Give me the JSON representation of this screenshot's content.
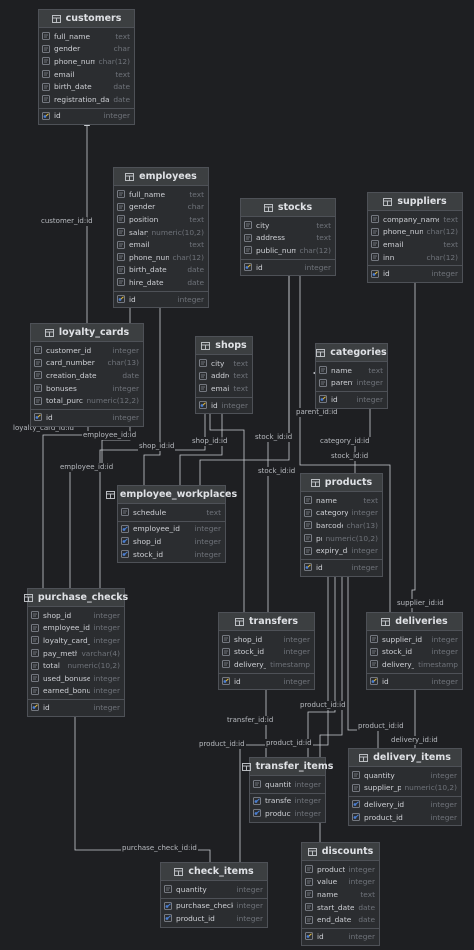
{
  "diagram": {
    "tables": {
      "customers": {
        "title": "customers",
        "columns": [
          {
            "name": "full_name",
            "type": "text"
          },
          {
            "name": "gender",
            "type": "char"
          },
          {
            "name": "phone_number",
            "type": "char(12)"
          },
          {
            "name": "email",
            "type": "text"
          },
          {
            "name": "birth_date",
            "type": "date"
          },
          {
            "name": "registration_date",
            "type": "date"
          }
        ],
        "key": {
          "name": "id",
          "type": "integer"
        }
      },
      "employees": {
        "title": "employees",
        "columns": [
          {
            "name": "full_name",
            "type": "text"
          },
          {
            "name": "gender",
            "type": "char"
          },
          {
            "name": "position",
            "type": "text"
          },
          {
            "name": "salary",
            "type": "numeric(10,2)"
          },
          {
            "name": "email",
            "type": "text"
          },
          {
            "name": "phone_number",
            "type": "char(12)"
          },
          {
            "name": "birth_date",
            "type": "date"
          },
          {
            "name": "hire_date",
            "type": "date"
          }
        ],
        "key": {
          "name": "id",
          "type": "integer"
        }
      },
      "stocks": {
        "title": "stocks",
        "columns": [
          {
            "name": "city",
            "type": "text"
          },
          {
            "name": "address",
            "type": "text"
          },
          {
            "name": "public_number",
            "type": "char(12)"
          }
        ],
        "key": {
          "name": "id",
          "type": "integer"
        }
      },
      "suppliers": {
        "title": "suppliers",
        "columns": [
          {
            "name": "company_name",
            "type": "text"
          },
          {
            "name": "phone_number",
            "type": "char(12)"
          },
          {
            "name": "email",
            "type": "text"
          },
          {
            "name": "inn",
            "type": "char(12)"
          }
        ],
        "key": {
          "name": "id",
          "type": "integer"
        }
      },
      "loyalty_cards": {
        "title": "loyalty_cards",
        "columns": [
          {
            "name": "customer_id",
            "type": "integer"
          },
          {
            "name": "card_number",
            "type": "char(13)"
          },
          {
            "name": "creation_date",
            "type": "date"
          },
          {
            "name": "bonuses",
            "type": "integer"
          },
          {
            "name": "total_purchase",
            "type": "numeric(12,2)"
          }
        ],
        "key": {
          "name": "id",
          "type": "integer"
        }
      },
      "shops": {
        "title": "shops",
        "columns": [
          {
            "name": "city",
            "type": "text"
          },
          {
            "name": "address",
            "type": "text"
          },
          {
            "name": "email",
            "type": "text"
          }
        ],
        "key": {
          "name": "id",
          "type": "integer"
        }
      },
      "categories": {
        "title": "categories",
        "columns": [
          {
            "name": "name",
            "type": "text"
          },
          {
            "name": "parent_id",
            "type": "integer"
          }
        ],
        "key": {
          "name": "id",
          "type": "integer"
        }
      },
      "employee_workplaces": {
        "title": "employee_workplaces",
        "columns": [
          {
            "name": "schedule",
            "type": "text"
          }
        ],
        "fks": [
          {
            "name": "employee_id",
            "type": "integer"
          },
          {
            "name": "shop_id",
            "type": "integer"
          },
          {
            "name": "stock_id",
            "type": "integer"
          }
        ]
      },
      "products": {
        "title": "products",
        "columns": [
          {
            "name": "name",
            "type": "text"
          },
          {
            "name": "category_id",
            "type": "integer"
          },
          {
            "name": "barcode",
            "type": "char(13)"
          },
          {
            "name": "price",
            "type": "numeric(10,2)"
          },
          {
            "name": "expiry_days",
            "type": "integer"
          }
        ],
        "key": {
          "name": "id",
          "type": "integer"
        }
      },
      "purchase_checks": {
        "title": "purchase_checks",
        "columns": [
          {
            "name": "shop_id",
            "type": "integer"
          },
          {
            "name": "employee_id",
            "type": "integer"
          },
          {
            "name": "loyalty_card_id",
            "type": "integer"
          },
          {
            "name": "pay_method",
            "type": "varchar(4)"
          },
          {
            "name": "total",
            "type": "numeric(10,2)"
          },
          {
            "name": "used_bonuses",
            "type": "integer"
          },
          {
            "name": "earned_bonuses",
            "type": "integer"
          }
        ],
        "key": {
          "name": "id",
          "type": "integer"
        }
      },
      "transfers": {
        "title": "transfers",
        "columns": [
          {
            "name": "shop_id",
            "type": "integer"
          },
          {
            "name": "stock_id",
            "type": "integer"
          },
          {
            "name": "delivery_time",
            "type": "timestamp"
          }
        ],
        "key": {
          "name": "id",
          "type": "integer"
        }
      },
      "deliveries": {
        "title": "deliveries",
        "columns": [
          {
            "name": "supplier_id",
            "type": "integer"
          },
          {
            "name": "stock_id",
            "type": "integer"
          },
          {
            "name": "delivery_time",
            "type": "timestamp"
          }
        ],
        "key": {
          "name": "id",
          "type": "integer"
        }
      },
      "transfer_items": {
        "title": "transfer_items",
        "columns": [
          {
            "name": "quantity",
            "type": "integer"
          }
        ],
        "fks": [
          {
            "name": "transfer_id",
            "type": "integer"
          },
          {
            "name": "product_id",
            "type": "integer"
          }
        ]
      },
      "delivery_items": {
        "title": "delivery_items",
        "columns": [
          {
            "name": "quantity",
            "type": "integer"
          },
          {
            "name": "supplier_price",
            "type": "numeric(10,2)"
          }
        ],
        "fks": [
          {
            "name": "delivery_id",
            "type": "integer"
          },
          {
            "name": "product_id",
            "type": "integer"
          }
        ]
      },
      "check_items": {
        "title": "check_items",
        "columns": [
          {
            "name": "quantity",
            "type": "integer"
          }
        ],
        "fks": [
          {
            "name": "purchase_check_id",
            "type": "integer"
          },
          {
            "name": "product_id",
            "type": "integer"
          }
        ]
      },
      "discounts": {
        "title": "discounts",
        "columns": [
          {
            "name": "product_id",
            "type": "integer"
          },
          {
            "name": "value",
            "type": "integer"
          },
          {
            "name": "name",
            "type": "text"
          },
          {
            "name": "start_date",
            "type": "date"
          },
          {
            "name": "end_date",
            "type": "date"
          }
        ],
        "key": {
          "name": "id",
          "type": "integer"
        }
      }
    },
    "relation_labels": {
      "customer_id": "customer_id:id",
      "loyalty_card_id": "loyalty_card_id:id",
      "employee_id_a": "employee_id:id",
      "employee_id_b": "employee_id:id",
      "shop_id_a": "shop_id:id",
      "shop_id_b": "shop_id:id",
      "parent_id": "parent_id:id",
      "stock_id_a": "stock_id:id",
      "stock_id_b": "stock_id:id",
      "stock_id_c": "stock_id:id",
      "category_id": "category_id:id",
      "supplier_id": "supplier_id:id",
      "product_id_a": "product_id:id",
      "product_id_b": "product_id:id",
      "product_id_c": "product_id:id",
      "product_id_d": "product_id:id",
      "transfer_id": "transfer_id:id",
      "delivery_id": "delivery_id:id",
      "purchase_check_id": "purchase_check_id:id"
    },
    "colors": {
      "background": "#1e1f22",
      "table": "#2b2d30",
      "header": "#3c3f41",
      "border": "#4e5157",
      "connector": "#c9ccd1",
      "key_icon": "#4a7fd4"
    }
  }
}
